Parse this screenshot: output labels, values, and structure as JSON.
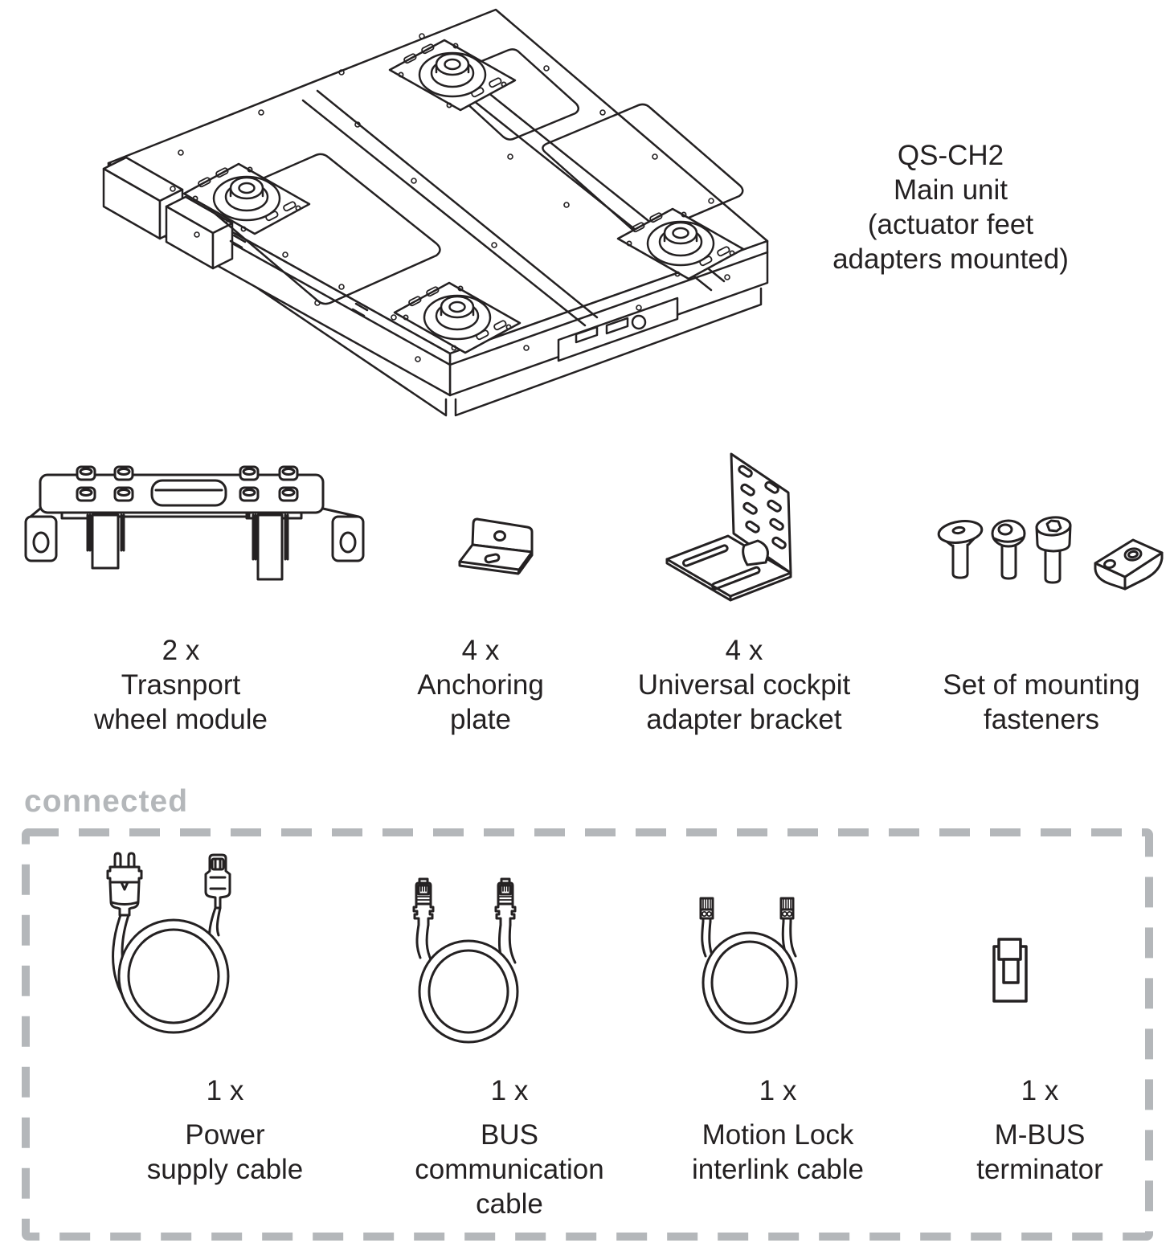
{
  "colors": {
    "ink": "#242122",
    "muted": "#b4b7ba",
    "background": "#ffffff"
  },
  "main_unit": {
    "label_lines": [
      "QS-CH2",
      "Main unit",
      "(actuator feet",
      "adapters mounted)"
    ]
  },
  "loose_items": [
    {
      "icon": "transport-wheel-module",
      "label_lines": [
        "2 x",
        "Trasnport",
        "wheel module"
      ]
    },
    {
      "icon": "anchoring-plate",
      "label_lines": [
        "4 x",
        "Anchoring",
        "plate"
      ]
    },
    {
      "icon": "universal-cockpit-adapter-bracket",
      "label_lines": [
        "4 x",
        "Universal cockpit",
        "adapter bracket"
      ]
    },
    {
      "icon": "mounting-fasteners-set",
      "label_lines": [
        "Set of mounting",
        "fasteners"
      ]
    }
  ],
  "connected_section": {
    "title": "connected",
    "items": [
      {
        "icon": "power-supply-cable",
        "qty": "1 x",
        "label_lines": [
          "Power",
          "supply cable"
        ]
      },
      {
        "icon": "bus-communication-cable",
        "qty": "1 x",
        "label_lines": [
          "BUS",
          "communication",
          "cable"
        ]
      },
      {
        "icon": "motion-lock-interlink-cable",
        "qty": "1 x",
        "label_lines": [
          "Motion Lock",
          "interlink cable"
        ]
      },
      {
        "icon": "m-bus-terminator",
        "qty": "1 x",
        "label_lines": [
          "M-BUS",
          "terminator"
        ]
      }
    ]
  }
}
